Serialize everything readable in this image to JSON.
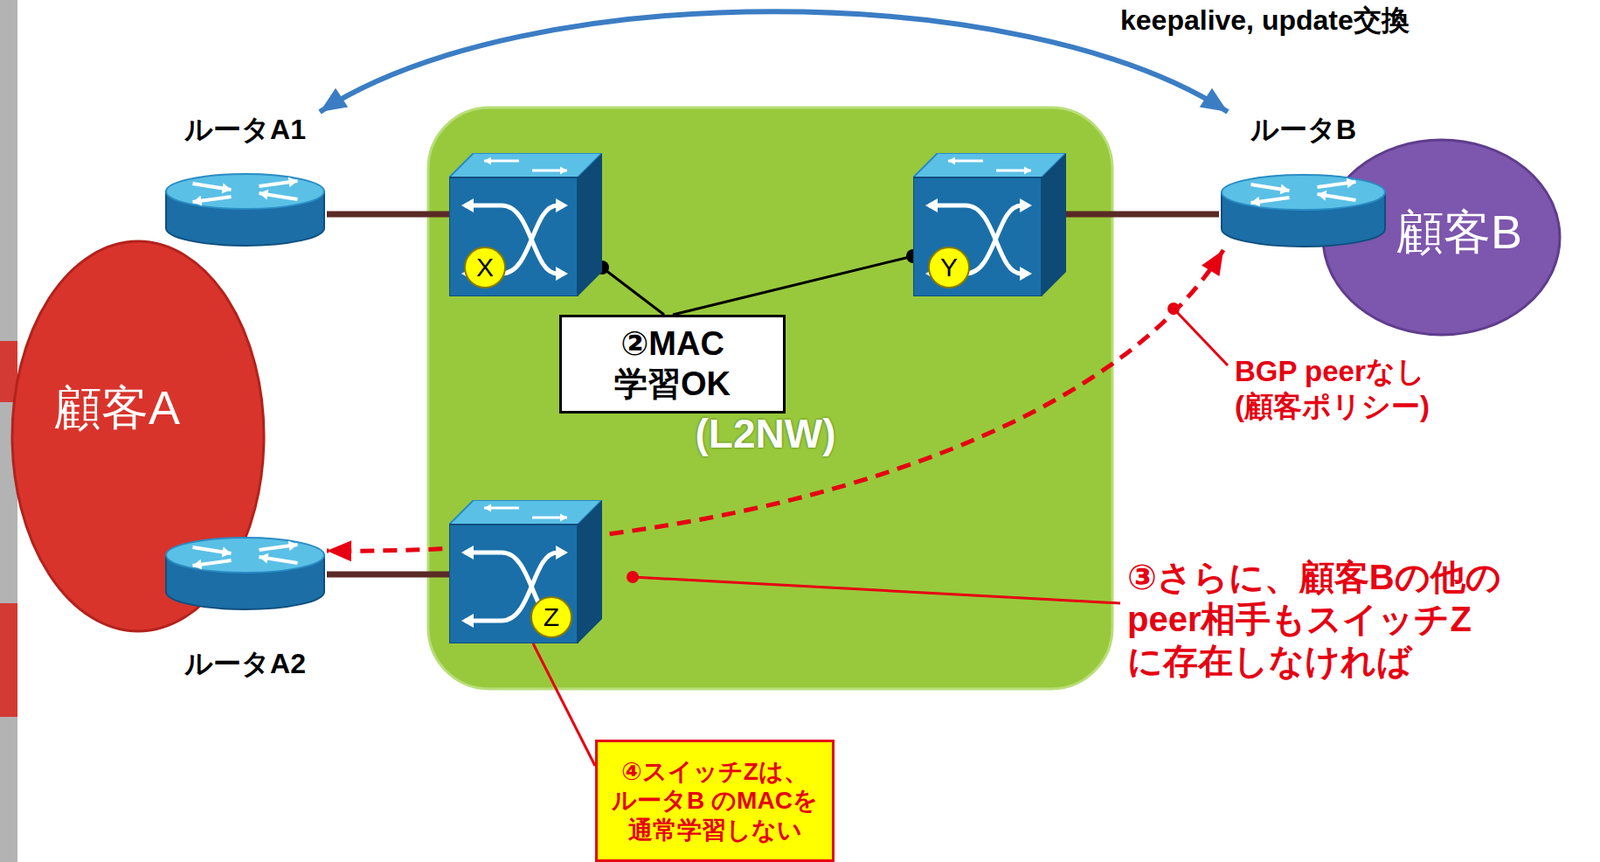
{
  "diagram": {
    "nodes": [
      {
        "text": [
          "ルータA1"
        ]
      },
      {
        "text": [
          "(L2NW)"
        ]
      },
      {
        "text": [
          "X"
        ],
        "in": 1
      },
      {
        "text": [
          "②MAC 学習OK"
        ],
        "in": 1
      },
      {
        "text": [
          "Y"
        ],
        "in": 1
      },
      {
        "text": [
          "Z"
        ],
        "in": 1
      },
      {
        "text": [
          "ルータB"
        ]
      },
      {
        "text": [
          "顧客B"
        ]
      },
      {
        "text": [
          "顧客A"
        ]
      },
      {
        "text": [
          "ルータA2"
        ]
      },
      {
        "text": [
          "④スイッチZは、 ルータB のMACを 通常学習しない"
        ]
      }
    ],
    "edges": [
      {
        "from": 0,
        "to": 6,
        "arrow": "both",
        "label": "keepalive, update交換"
      },
      {
        "from": 6,
        "to": 9,
        "arrow": "both"
      },
      {
        "from": 0,
        "to": 2,
        "arrow": "none"
      },
      {
        "from": 4,
        "to": 6,
        "arrow": "none"
      },
      {
        "from": 9,
        "to": 5,
        "arrow": "none"
      },
      {
        "from": 3,
        "to": 2,
        "arrow": "none"
      },
      {
        "from": 3,
        "to": 4,
        "arrow": "none"
      },
      {
        "from": 10,
        "to": 5,
        "arrow": "none"
      }
    ],
    "labels": [
      "BGP peerなし (顧客ポリシー)",
      "③さらに、顧客Bの他の peer相手もスイッチZ に存在しなければ"
    ]
  }
}
